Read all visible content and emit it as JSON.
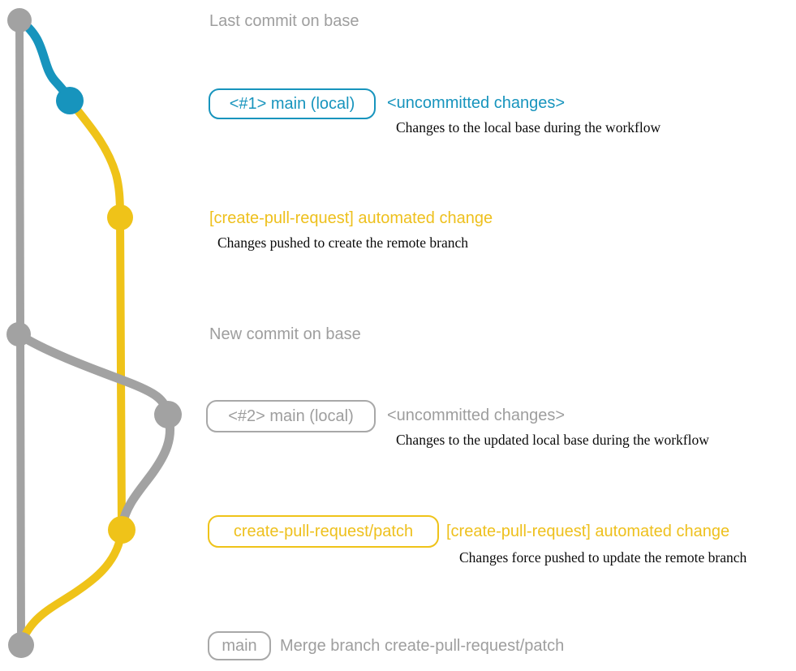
{
  "colors": {
    "gray": "#a2a2a2",
    "gray_text": "#9e9e9e",
    "blue": "#1794bd",
    "yellow": "#efc319",
    "note_black": "#0b0b0b"
  },
  "annotations": {
    "last_commit": "Last commit on base",
    "new_commit": "New commit on base"
  },
  "groups": {
    "main1": {
      "badge": "<#1> main (local)",
      "status": "<uncommitted changes>",
      "note": "Changes to the local base during the workflow"
    },
    "push1": {
      "title": "[create-pull-request] automated change",
      "note": "Changes pushed to create the remote branch"
    },
    "main2": {
      "badge": "<#2> main (local)",
      "status": "<uncommitted changes>",
      "note": "Changes to the updated local base during the workflow"
    },
    "push2": {
      "badge": "create-pull-request/patch",
      "title": "[create-pull-request] automated change",
      "note": "Changes force pushed to update the remote branch"
    },
    "merge": {
      "badge": "main",
      "message": "Merge branch create-pull-request/patch"
    }
  }
}
